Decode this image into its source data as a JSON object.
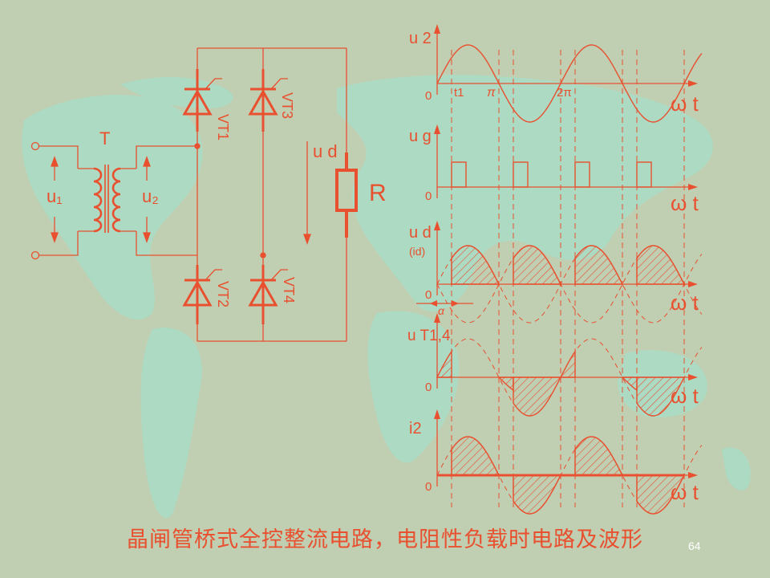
{
  "colors": {
    "background": "#c0cfb2",
    "map": "#a9dcc6",
    "ink": "#e8502f",
    "pageno": "#ffffff"
  },
  "circuit": {
    "transformer": "T",
    "primary_voltage": "u₁",
    "secondary_voltage": "u₂",
    "thyristors": [
      "VT1",
      "VT3",
      "VT2",
      "VT4"
    ],
    "load_voltage": "u d",
    "resistor": "R"
  },
  "waveforms": {
    "panels": [
      {
        "ylabel": "u 2",
        "xlabel": "ω t",
        "origin": "0"
      },
      {
        "ylabel": "u g",
        "xlabel": "ω t",
        "origin": "0"
      },
      {
        "ylabel": "u d",
        "ylabel2": "(id)",
        "xlabel": "ω t",
        "origin": "0"
      },
      {
        "ylabel": "u T1,4",
        "xlabel": "ω t",
        "origin": "0"
      },
      {
        "ylabel": "i2",
        "xlabel": "ω t",
        "origin": "0"
      }
    ],
    "marks": {
      "t1": "t1",
      "pi": "π",
      "two_pi": "2π",
      "alpha": "α"
    }
  },
  "caption": "晶闸管桥式全控整流电路，电阻性负载时电路及波形",
  "page_number": "64"
}
